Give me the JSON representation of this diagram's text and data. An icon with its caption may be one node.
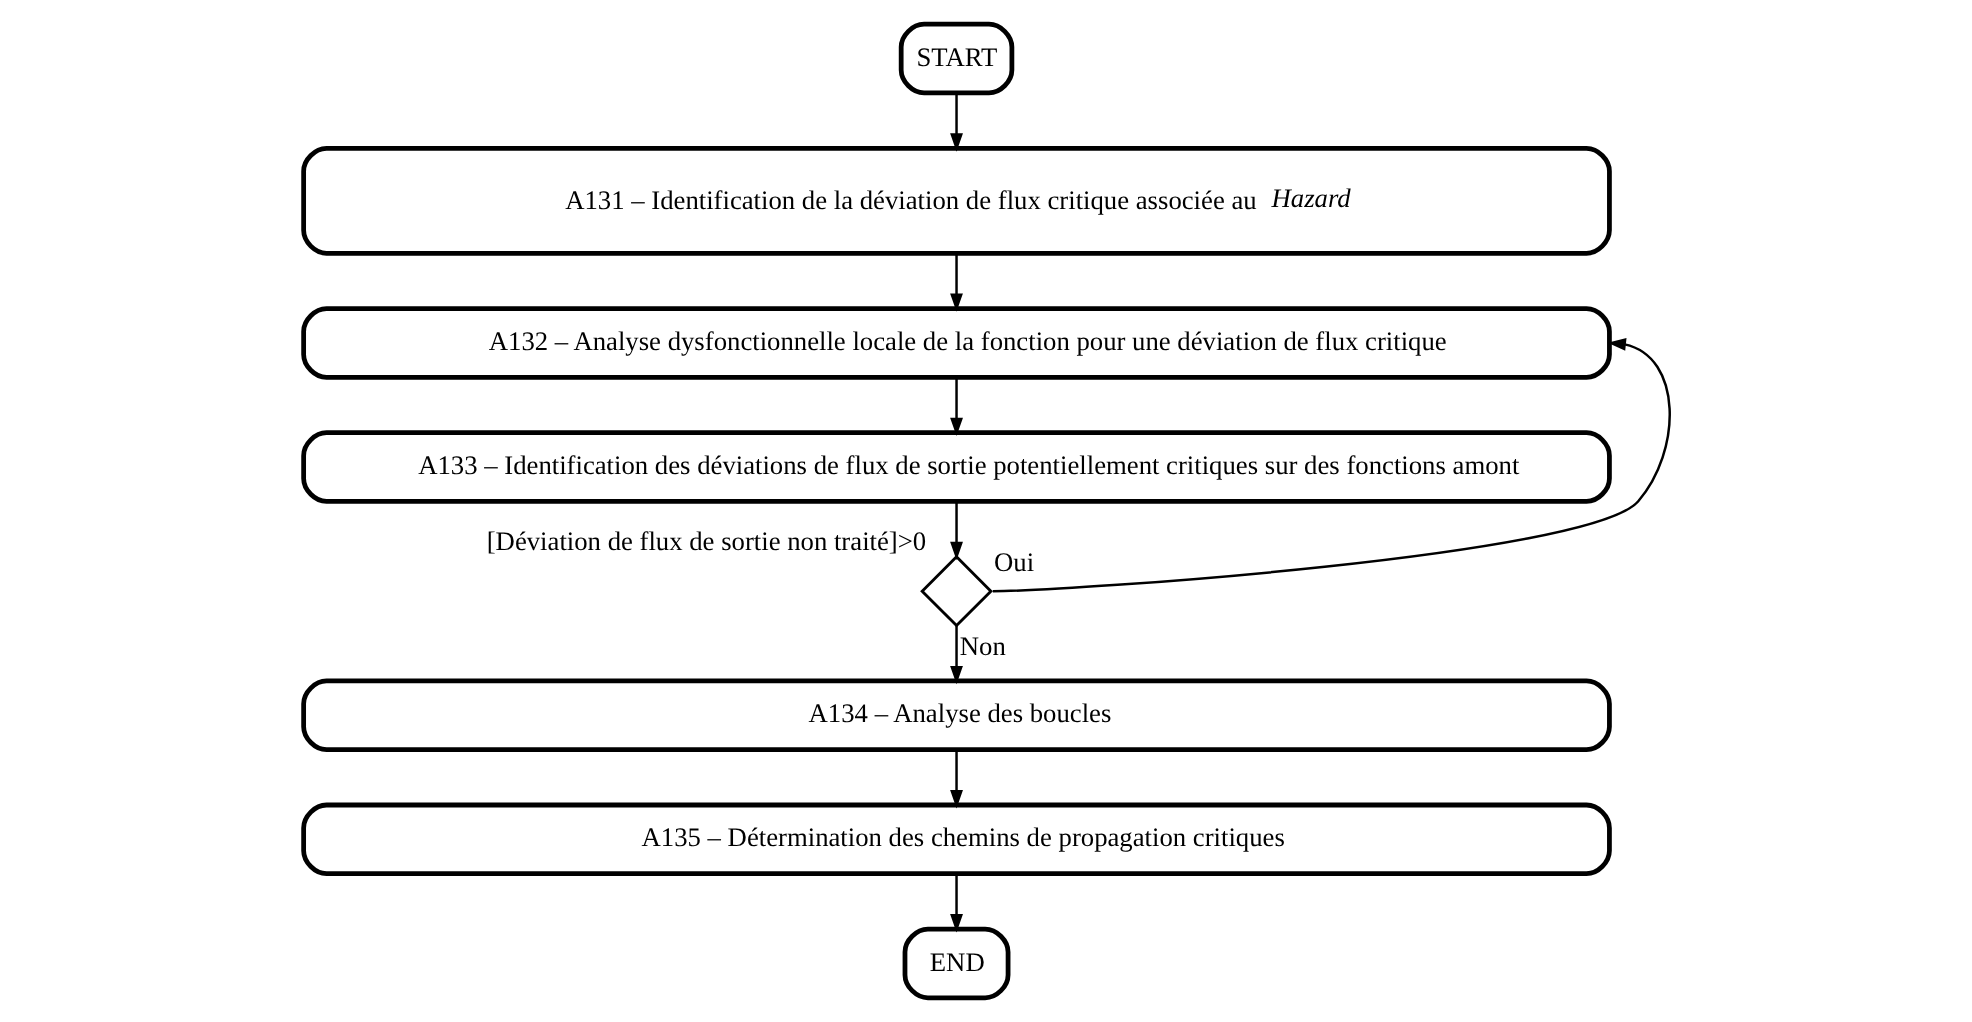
{
  "diagram": {
    "nodes": [
      {
        "text": [
          "START"
        ]
      },
      {
        "text": [
          "A131 – Identification de la déviation de flux critique associée au *Hazard*"
        ]
      },
      {
        "text": [
          "A132 – Analyse dysfonctionnelle locale de la fonction pour une déviation de flux critique"
        ]
      },
      {
        "text": [
          "A133 – Identification des déviations de flux de sortie potentiellement critiques sur des fonctions amont"
        ]
      },
      {
        "text": [],
        "shape": "diamond",
        "beside": [
          "[Déviation de flux de sortie non traité]>0"
        ]
      },
      {
        "text": [
          "A134 – Analyse des boucles"
        ]
      },
      {
        "text": [
          "A135 – Détermination des chemins de propagation critiques"
        ]
      },
      {
        "text": [
          "END"
        ]
      }
    ],
    "edges": [
      {
        "from": 0,
        "to": 1,
        "arrow": "to"
      },
      {
        "from": 1,
        "to": 2,
        "arrow": "to"
      },
      {
        "from": 2,
        "to": 3,
        "arrow": "to"
      },
      {
        "from": 3,
        "to": 4,
        "arrow": "to"
      },
      {
        "from": 4,
        "to": 5,
        "arrow": "to",
        "label": "Non"
      },
      {
        "from": 4,
        "to": 2,
        "arrow": "to",
        "label": "Oui"
      },
      {
        "from": 5,
        "to": 6,
        "arrow": "to"
      },
      {
        "from": 6,
        "to": 7,
        "arrow": "to"
      }
    ]
  }
}
